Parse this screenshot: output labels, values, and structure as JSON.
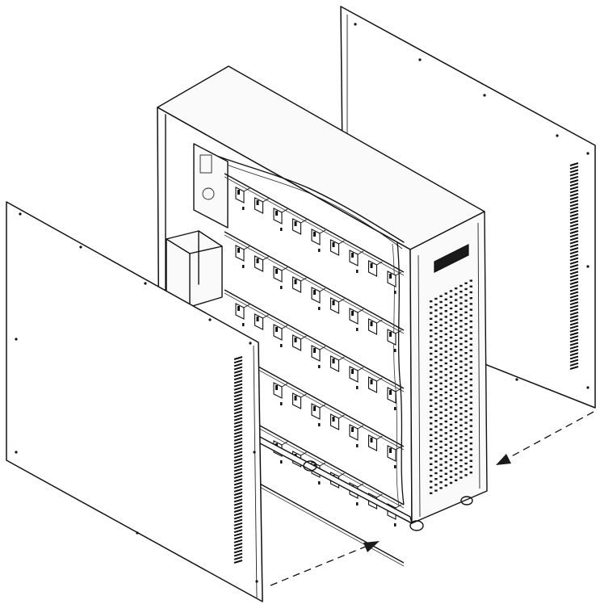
{
  "diagram": {
    "brand_badge_colors": {
      "stroke": "#111111",
      "fill": "#1a1a1a"
    },
    "grid": {
      "rows": 5,
      "cols": 9
    },
    "arrows": [
      "arrow-front-panel",
      "arrow-back-panel"
    ]
  }
}
